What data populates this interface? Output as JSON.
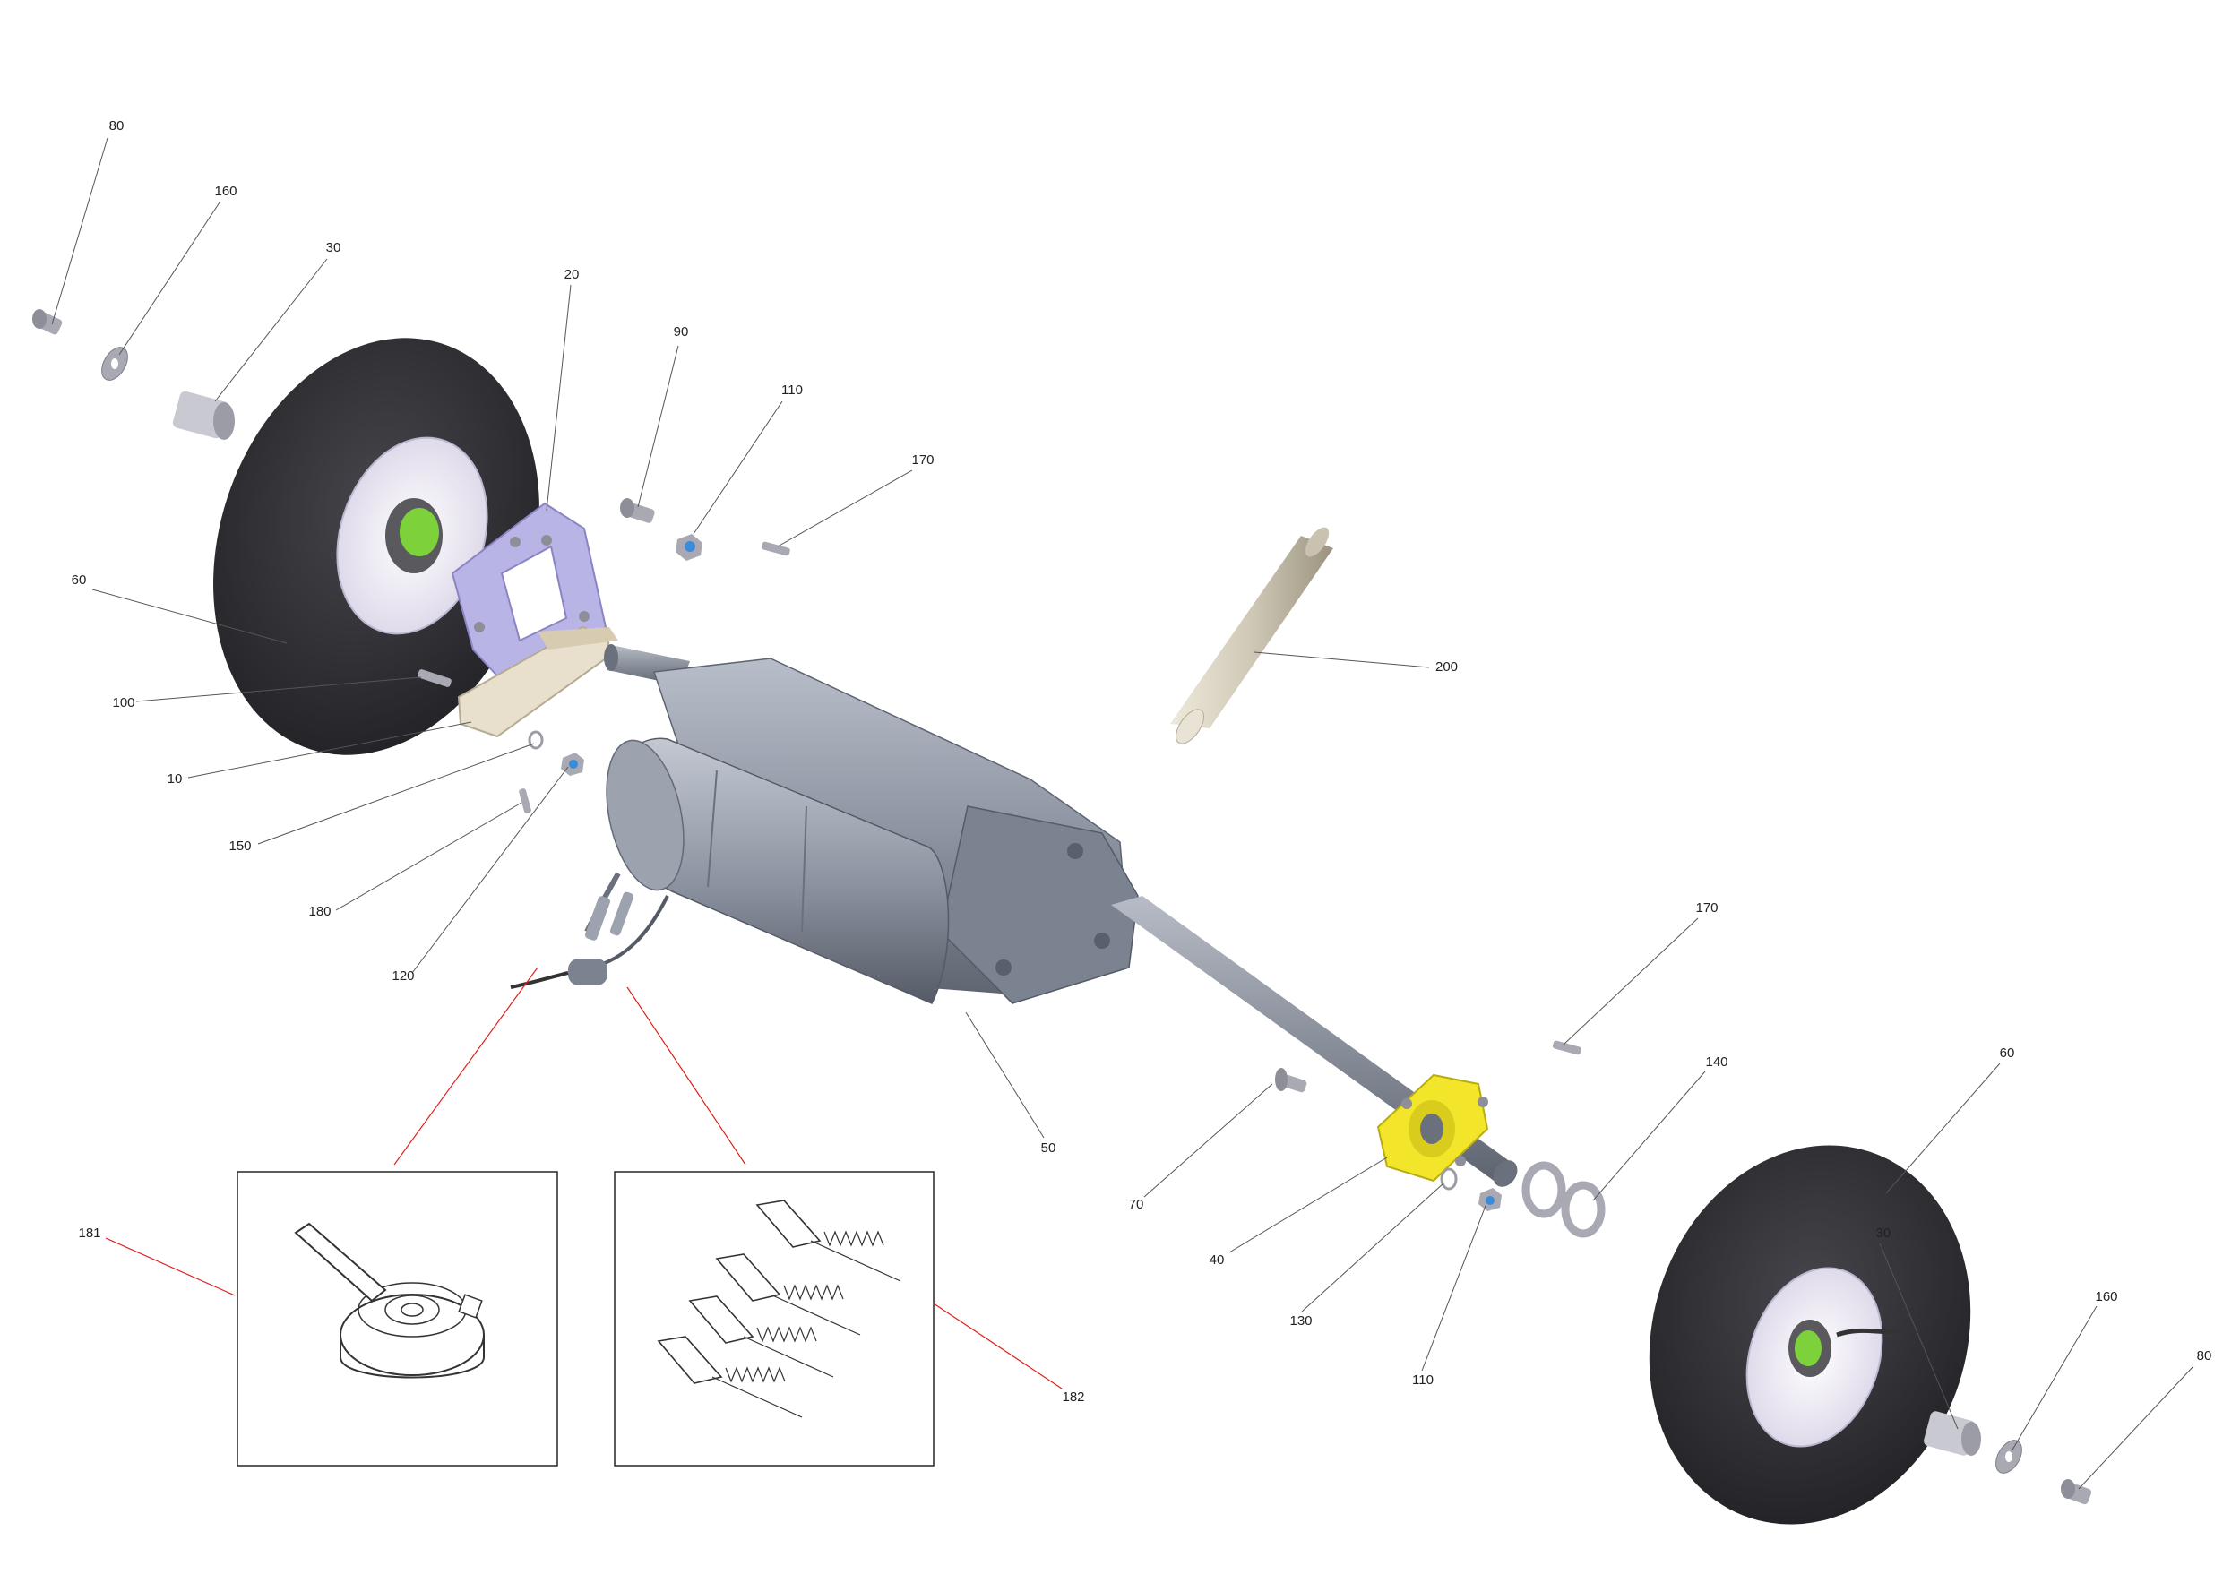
{
  "colors": {
    "tire": "#2f2f33",
    "rim": "#e9e4f2",
    "hub": "#7dd13a",
    "housing": "#8f96a3",
    "bracket_plate": "#b9b4e6",
    "bracket_base": "#e8dfcc",
    "flange": "#f2e52a",
    "pin": "#d8d2c2",
    "hardware": "#a9a9b3",
    "nut_insert": "#3a8cd8",
    "callout_text": "#222222",
    "leader": "#555555",
    "inset_leader": "#e02020"
  },
  "callouts": [
    {
      "id": "c80a",
      "label": "80"
    },
    {
      "id": "c160a",
      "label": "160"
    },
    {
      "id": "c30a",
      "label": "30"
    },
    {
      "id": "c20",
      "label": "20"
    },
    {
      "id": "c90",
      "label": "90"
    },
    {
      "id": "c110a",
      "label": "110"
    },
    {
      "id": "c170a",
      "label": "170"
    },
    {
      "id": "c60a",
      "label": "60"
    },
    {
      "id": "c200",
      "label": "200"
    },
    {
      "id": "c100",
      "label": "100"
    },
    {
      "id": "c10",
      "label": "10"
    },
    {
      "id": "c150",
      "label": "150"
    },
    {
      "id": "c180",
      "label": "180"
    },
    {
      "id": "c120",
      "label": "120"
    },
    {
      "id": "c50",
      "label": "50"
    },
    {
      "id": "c170b",
      "label": "170"
    },
    {
      "id": "c140",
      "label": "140"
    },
    {
      "id": "c60b",
      "label": "60"
    },
    {
      "id": "c70",
      "label": "70"
    },
    {
      "id": "c40",
      "label": "40"
    },
    {
      "id": "c130",
      "label": "130"
    },
    {
      "id": "c110b",
      "label": "110"
    },
    {
      "id": "c30b",
      "label": "30"
    },
    {
      "id": "c160b",
      "label": "160"
    },
    {
      "id": "c80b",
      "label": "80"
    },
    {
      "id": "c181",
      "label": "181"
    },
    {
      "id": "c182",
      "label": "182"
    }
  ]
}
